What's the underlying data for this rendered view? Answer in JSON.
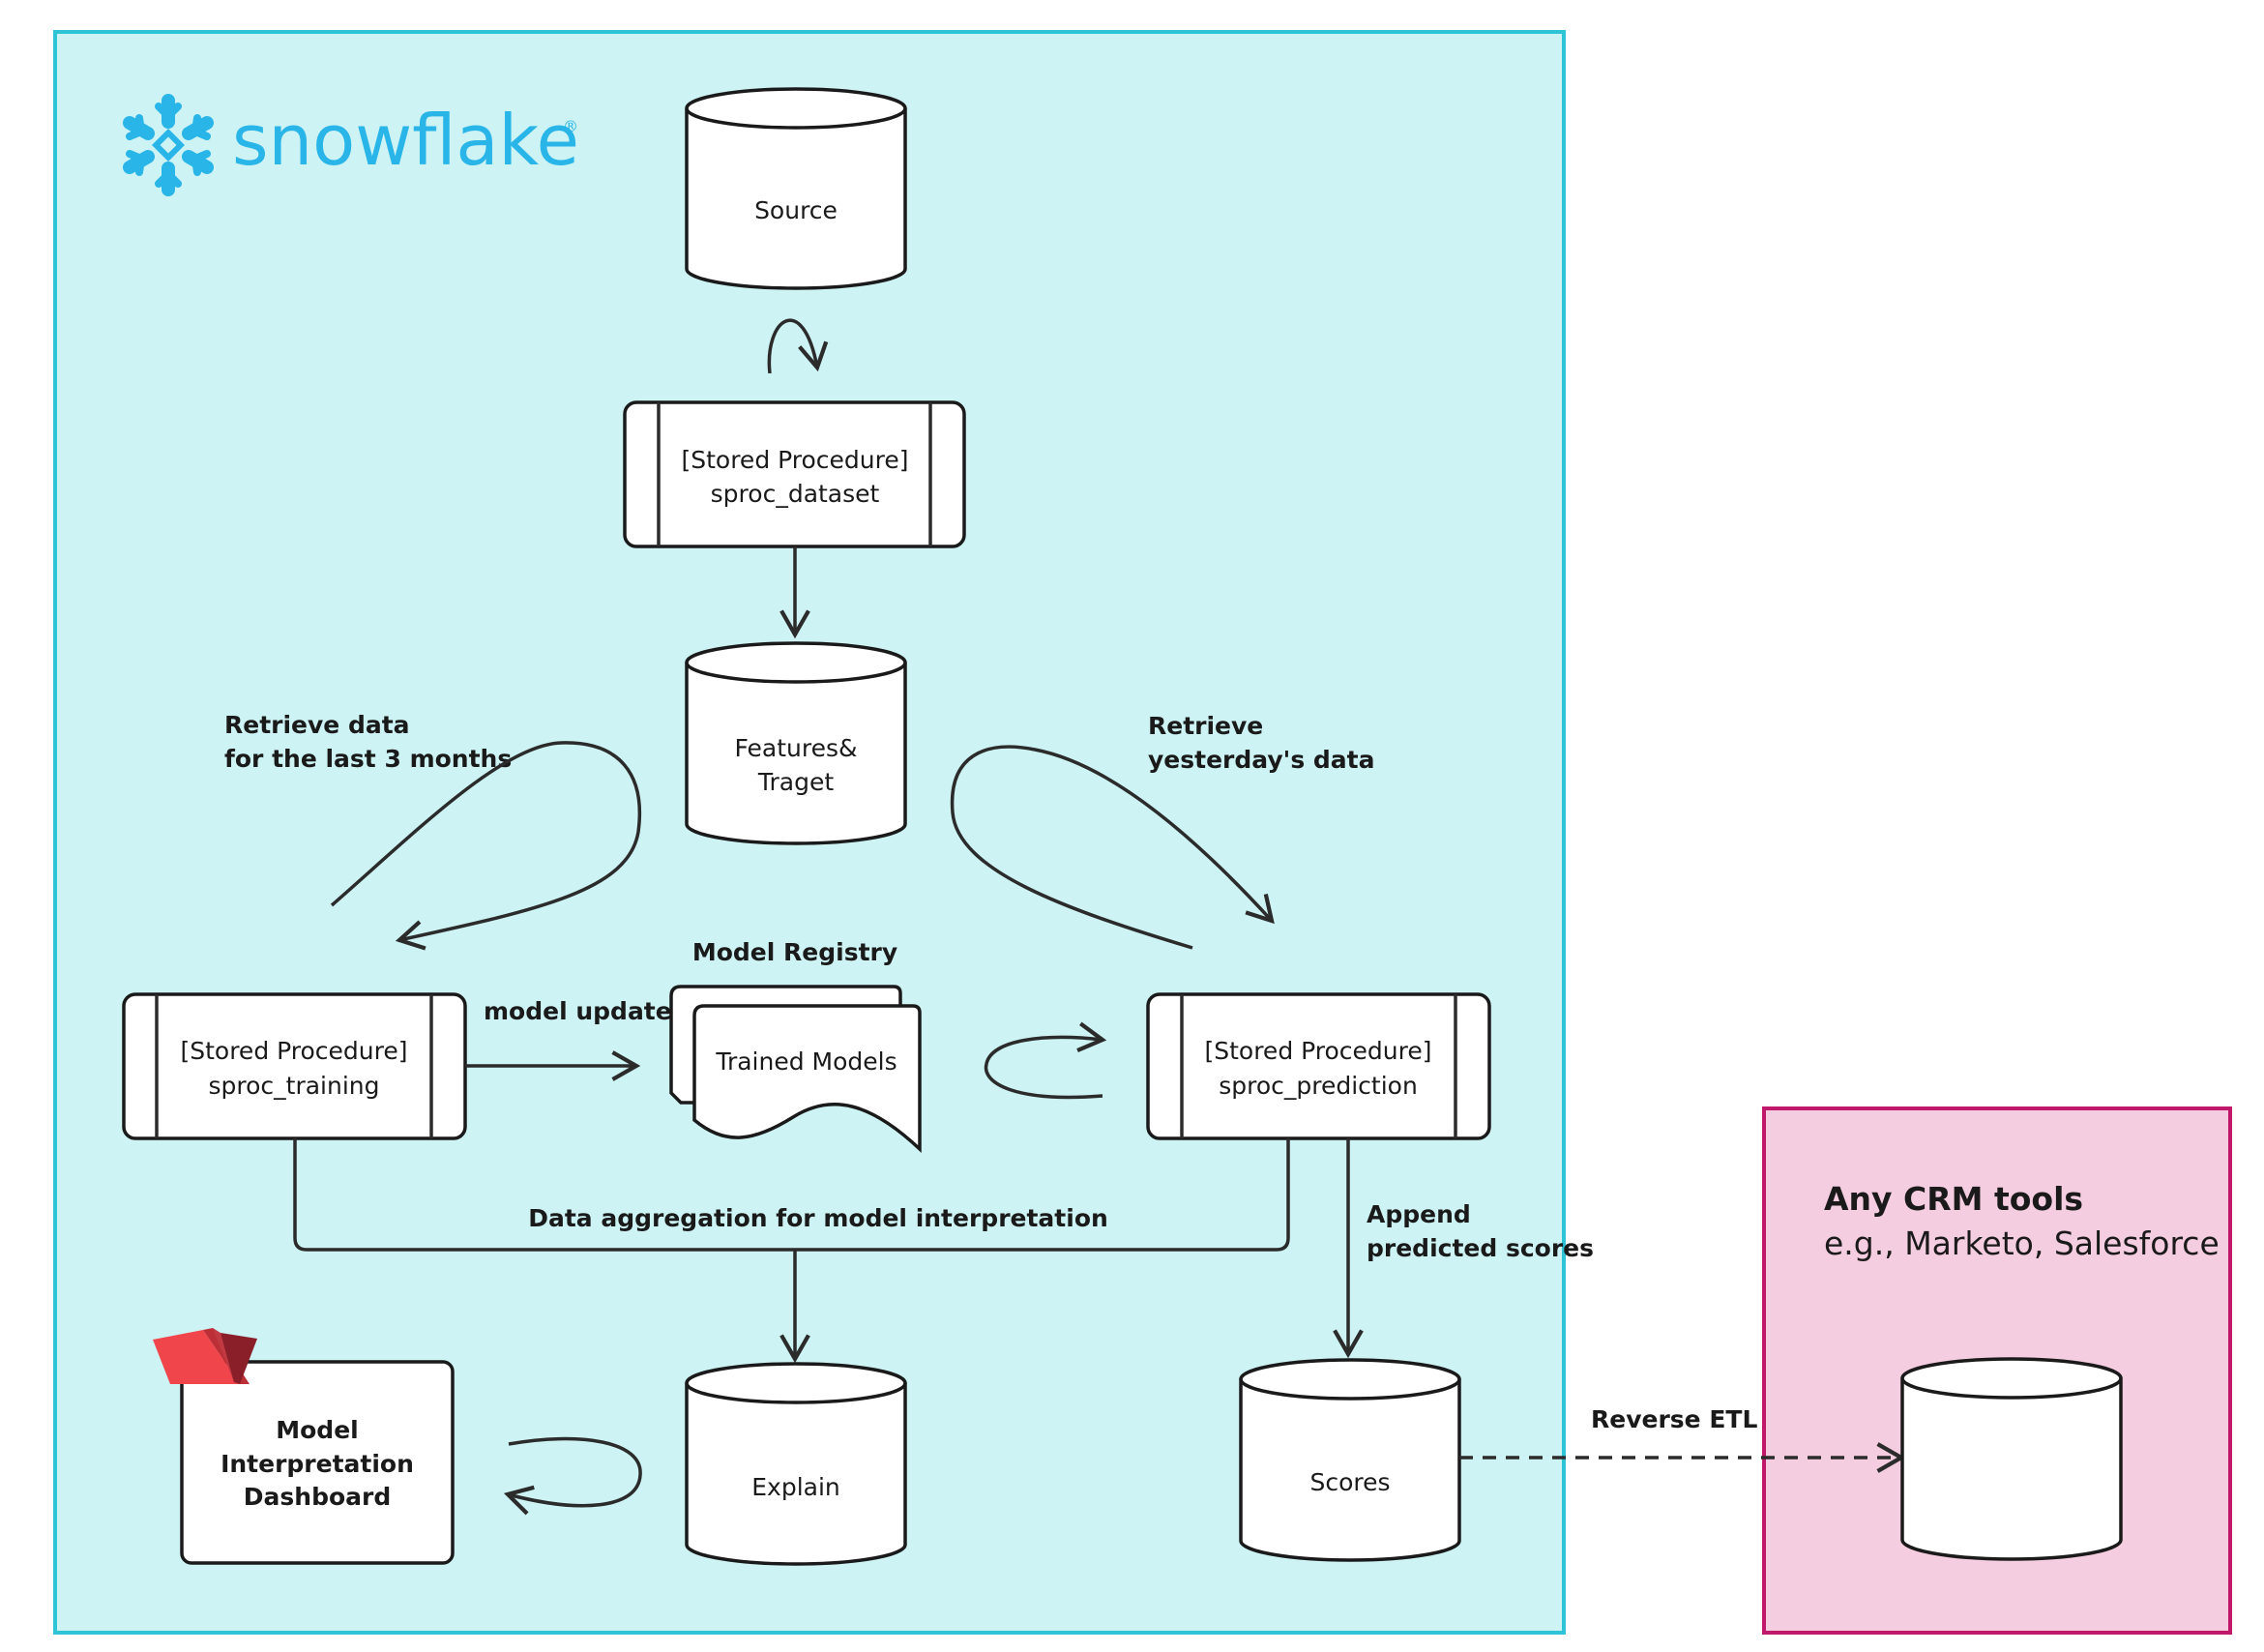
{
  "logo": {
    "text": "snowflake",
    "mark": "®",
    "color": "#29b5e8"
  },
  "nodes": {
    "source": "Source",
    "sproc_dataset": [
      "[Stored Procedure]",
      "sproc_dataset"
    ],
    "features": [
      "Features&",
      "Traget"
    ],
    "sproc_training": [
      "[Stored Procedure]",
      "sproc_training"
    ],
    "trained_models": "Trained Models",
    "sproc_prediction": [
      "[Stored Procedure]",
      "sproc_prediction"
    ],
    "dashboard": [
      "Model",
      "Interpretation",
      "Dashboard"
    ],
    "explain": "Explain",
    "scores": "Scores"
  },
  "labels": {
    "retrieve_3m": [
      "Retrieve data",
      "for the last 3 months"
    ],
    "retrieve_yesterday": [
      "Retrieve",
      "yesterday's data"
    ],
    "model_registry": "Model Registry",
    "model_update": "model update",
    "data_aggregation": "Data aggregation for model interpretation",
    "append_scores": [
      "Append",
      "predicted scores"
    ],
    "reverse_etl": "Reverse ETL"
  },
  "crm": {
    "title": "Any CRM tools",
    "subtitle": "e.g., Marketo, Salesforce"
  },
  "colors": {
    "snowflake_panel": "#cdf3f5",
    "snowflake_border": "#2ec4d6",
    "crm_panel": "#f5cde0",
    "crm_border": "#c0186a",
    "streamlit_red": "#f0454b"
  }
}
